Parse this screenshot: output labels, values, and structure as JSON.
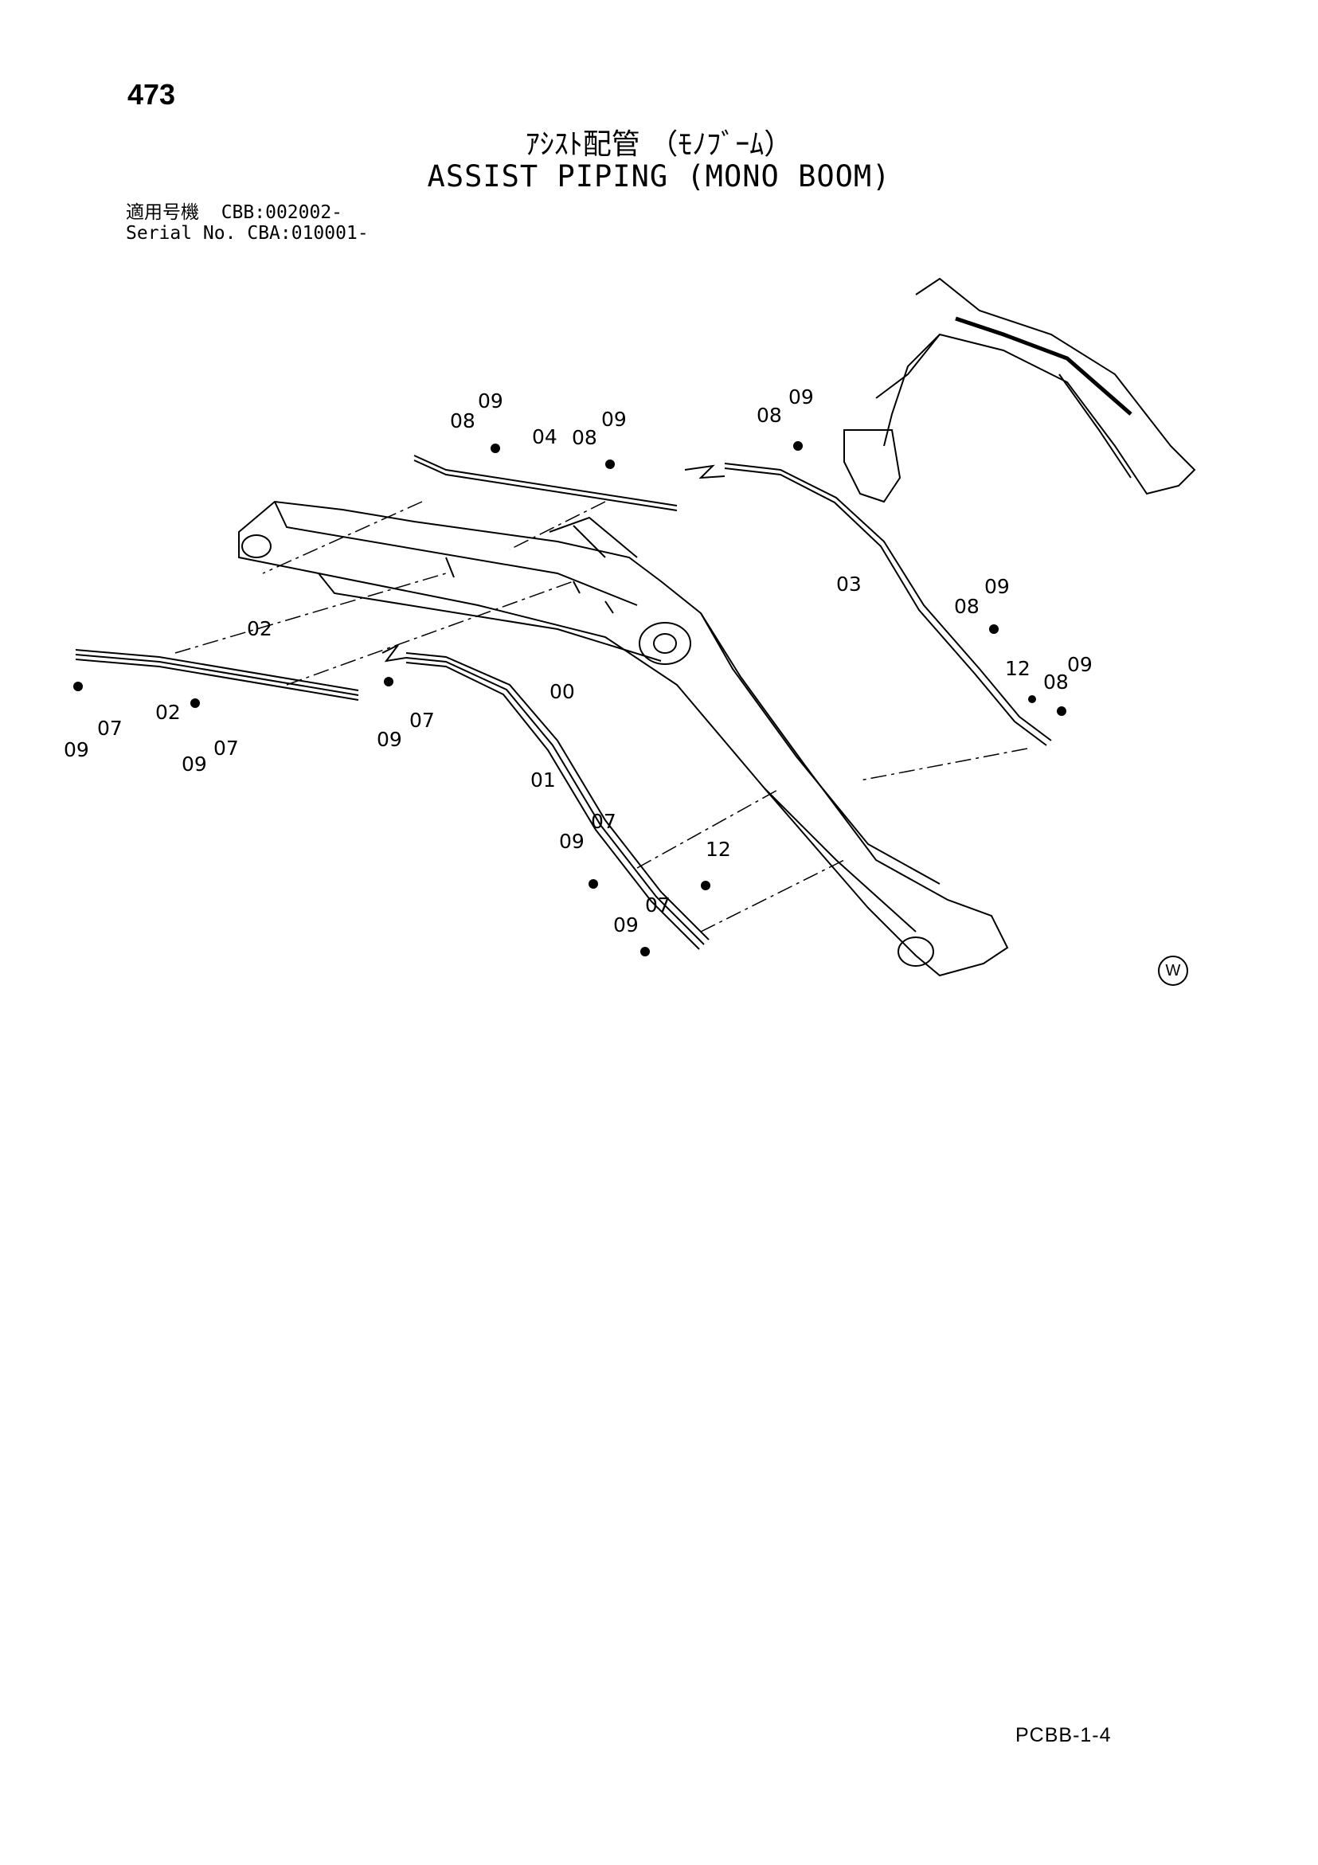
{
  "page": {
    "number": "473",
    "title_jp": "ｱｼｽﾄ配管 （ﾓﾉﾌﾞｰﾑ）",
    "title_en": "ASSIST PIPING (MONO BOOM)",
    "applicable_label_jp": "適用号機",
    "applicable_value": "CBB:002002-",
    "serial_label": "Serial No.",
    "serial_value": "CBA:010001-",
    "watermark": "W",
    "document_code": "PCBB-1-4"
  },
  "callouts": [
    {
      "text": "09"
    },
    {
      "text": "08"
    },
    {
      "text": "04"
    },
    {
      "text": "09"
    },
    {
      "text": "08"
    },
    {
      "text": "09"
    },
    {
      "text": "08"
    },
    {
      "text": "03"
    },
    {
      "text": "09"
    },
    {
      "text": "08"
    },
    {
      "text": "12"
    },
    {
      "text": "09"
    },
    {
      "text": "08"
    },
    {
      "text": "02"
    },
    {
      "text": "02"
    },
    {
      "text": "09"
    },
    {
      "text": "07"
    },
    {
      "text": "09"
    },
    {
      "text": "07"
    },
    {
      "text": "09"
    },
    {
      "text": "07"
    },
    {
      "text": "00"
    },
    {
      "text": "01"
    },
    {
      "text": "07"
    },
    {
      "text": "09"
    },
    {
      "text": "12"
    },
    {
      "text": "07"
    },
    {
      "text": "09"
    }
  ]
}
